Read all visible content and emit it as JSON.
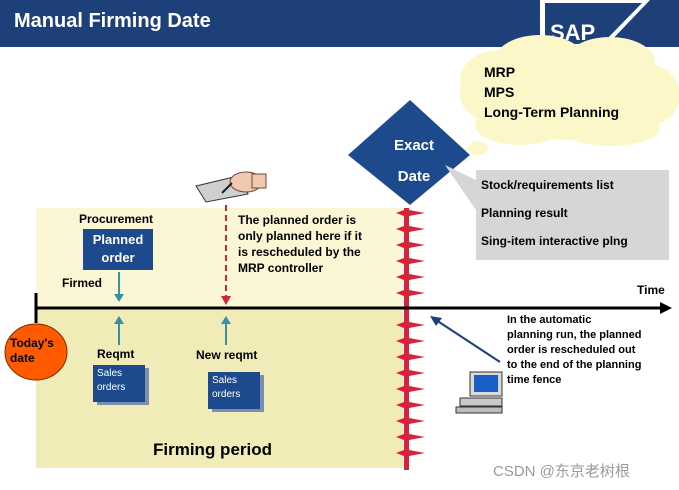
{
  "header": {
    "title": "Manual Firming Date",
    "logo_text": "SAP"
  },
  "cloud": {
    "lines": [
      "MRP",
      "MPS",
      "Long-Term Planning"
    ]
  },
  "exact_date": {
    "line1": "Exact",
    "line2": "Date"
  },
  "info_box": {
    "lines": [
      "Stock/requirements list",
      "Planning result",
      "Sing-item interactive plng"
    ]
  },
  "timeline": {
    "procurement_label": "Procurement",
    "planned_order": {
      "line1": "Planned",
      "line2": "order"
    },
    "firmed_label": "Firmed",
    "time_label": "Time",
    "today": {
      "line1": "Today's",
      "line2": "date"
    },
    "reqmt_label": "Reqmt",
    "new_reqmt_label": "New reqmt",
    "sales_orders": {
      "line1": "Sales",
      "line2": "orders"
    },
    "firming_period": "Firming period"
  },
  "notes": {
    "planned_note": [
      "The planned order is",
      "only planned here if it",
      "is rescheduled by the",
      "MRP controller"
    ],
    "auto_note": [
      "In the automatic",
      "planning run, the planned",
      "order is rescheduled out",
      "to the end of the planning",
      "time fence"
    ]
  },
  "watermark": "CSDN @东京老树根",
  "colors": {
    "header_bg": "#1d3f7a",
    "order_blue": "#1d4a8c",
    "fence_red": "#d8213a",
    "today_orange": "#ff5a00",
    "arrow_teal": "#3a8fa8"
  }
}
